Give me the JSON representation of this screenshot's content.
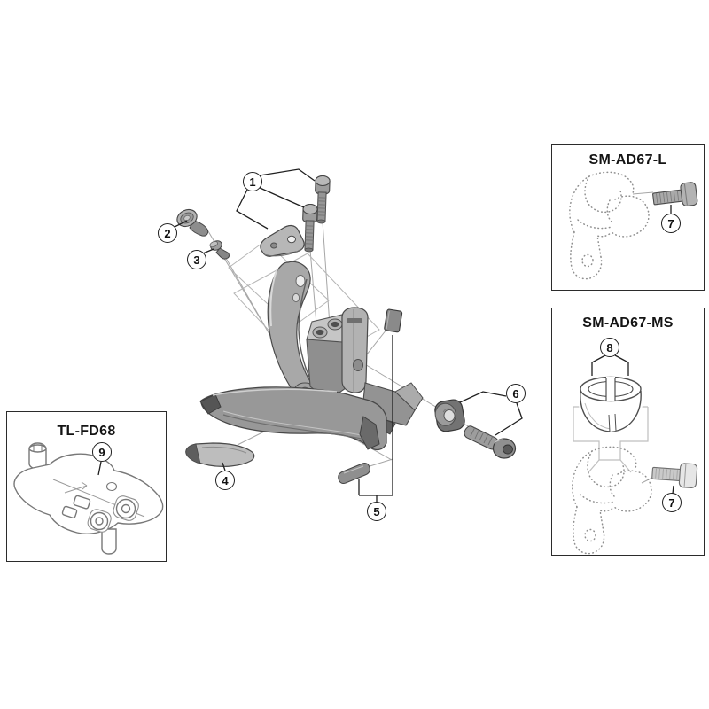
{
  "panels": [
    {
      "id": "sm-ad67-l",
      "title": "SM-AD67-L"
    },
    {
      "id": "sm-ad67-ms",
      "title": "SM-AD67-MS"
    },
    {
      "id": "tl-fd68",
      "title": "TL-FD68"
    }
  ],
  "callouts": [
    {
      "id": "1",
      "number": "1"
    },
    {
      "id": "2",
      "number": "2"
    },
    {
      "id": "3",
      "number": "3"
    },
    {
      "id": "4",
      "number": "4"
    },
    {
      "id": "5",
      "number": "5"
    },
    {
      "id": "6",
      "number": "6"
    },
    {
      "id": "7-l",
      "number": "7"
    },
    {
      "id": "8",
      "number": "8"
    },
    {
      "id": "7-ms",
      "number": "7"
    },
    {
      "id": "9",
      "number": "9"
    }
  ],
  "colors": {
    "line": "#1f1f1f",
    "metal_dark": "#6e6e6e",
    "metal_mid": "#9a9a9a",
    "metal_light": "#c6c6c6",
    "background": "#ffffff"
  }
}
